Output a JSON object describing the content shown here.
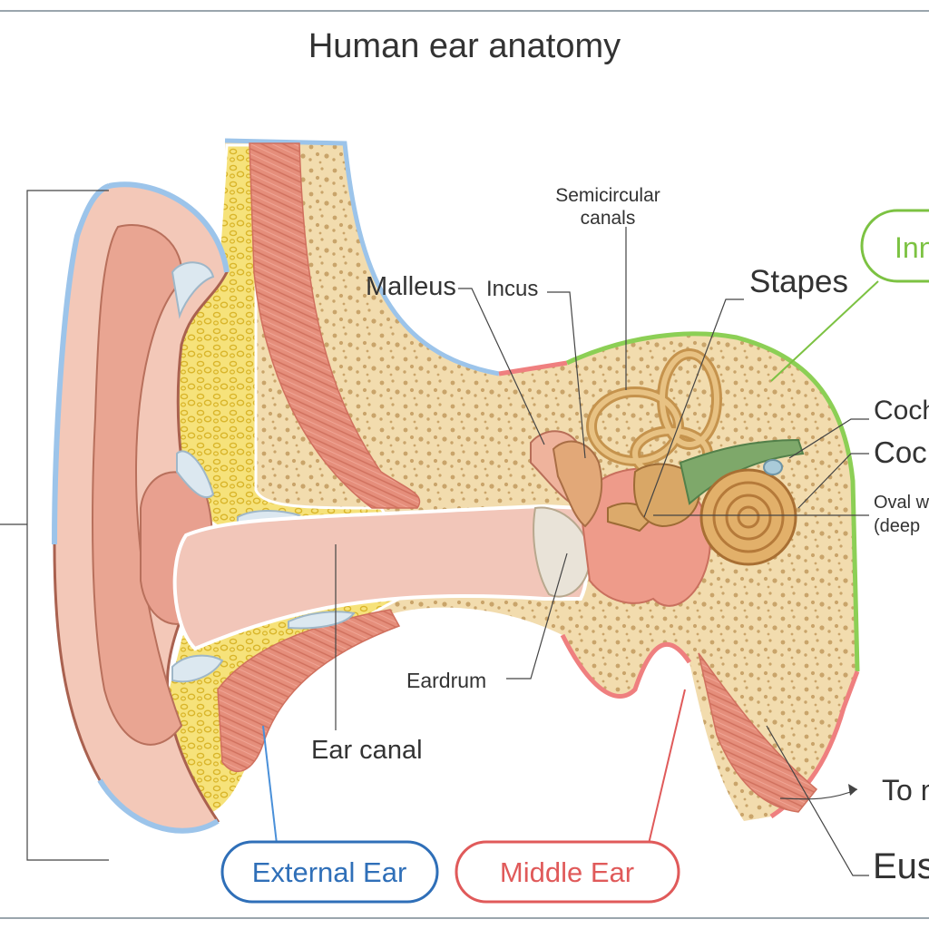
{
  "title": "Human ear anatomy",
  "colors": {
    "outer_ear": "#4a90d9",
    "middle_ear": "#e05a5a",
    "inner_ear": "#7cc242",
    "skin": "#f0c4b4",
    "bone": "#f1d9a8",
    "fat": "#f4dd62",
    "muscle": "#e58e7b"
  },
  "labels": {
    "semicircular_canals_1": "Semicircular",
    "semicircular_canals_2": "canals",
    "malleus": "Malleus",
    "incus": "Incus",
    "stapes": "Stapes",
    "inner_ear_partial": "Inn",
    "cochlear_nerve_partial": "Coch",
    "cochlea_partial": "Coc",
    "oval_window_1_partial": "Oval w",
    "oval_window_2_partial": "(deep",
    "eardrum": "Eardrum",
    "ear_canal": "Ear canal",
    "to_nasal_partial": "To na",
    "eustachian_partial": "Eusta"
  },
  "sections": {
    "external_ear": "External Ear",
    "middle_ear": "Middle Ear"
  }
}
